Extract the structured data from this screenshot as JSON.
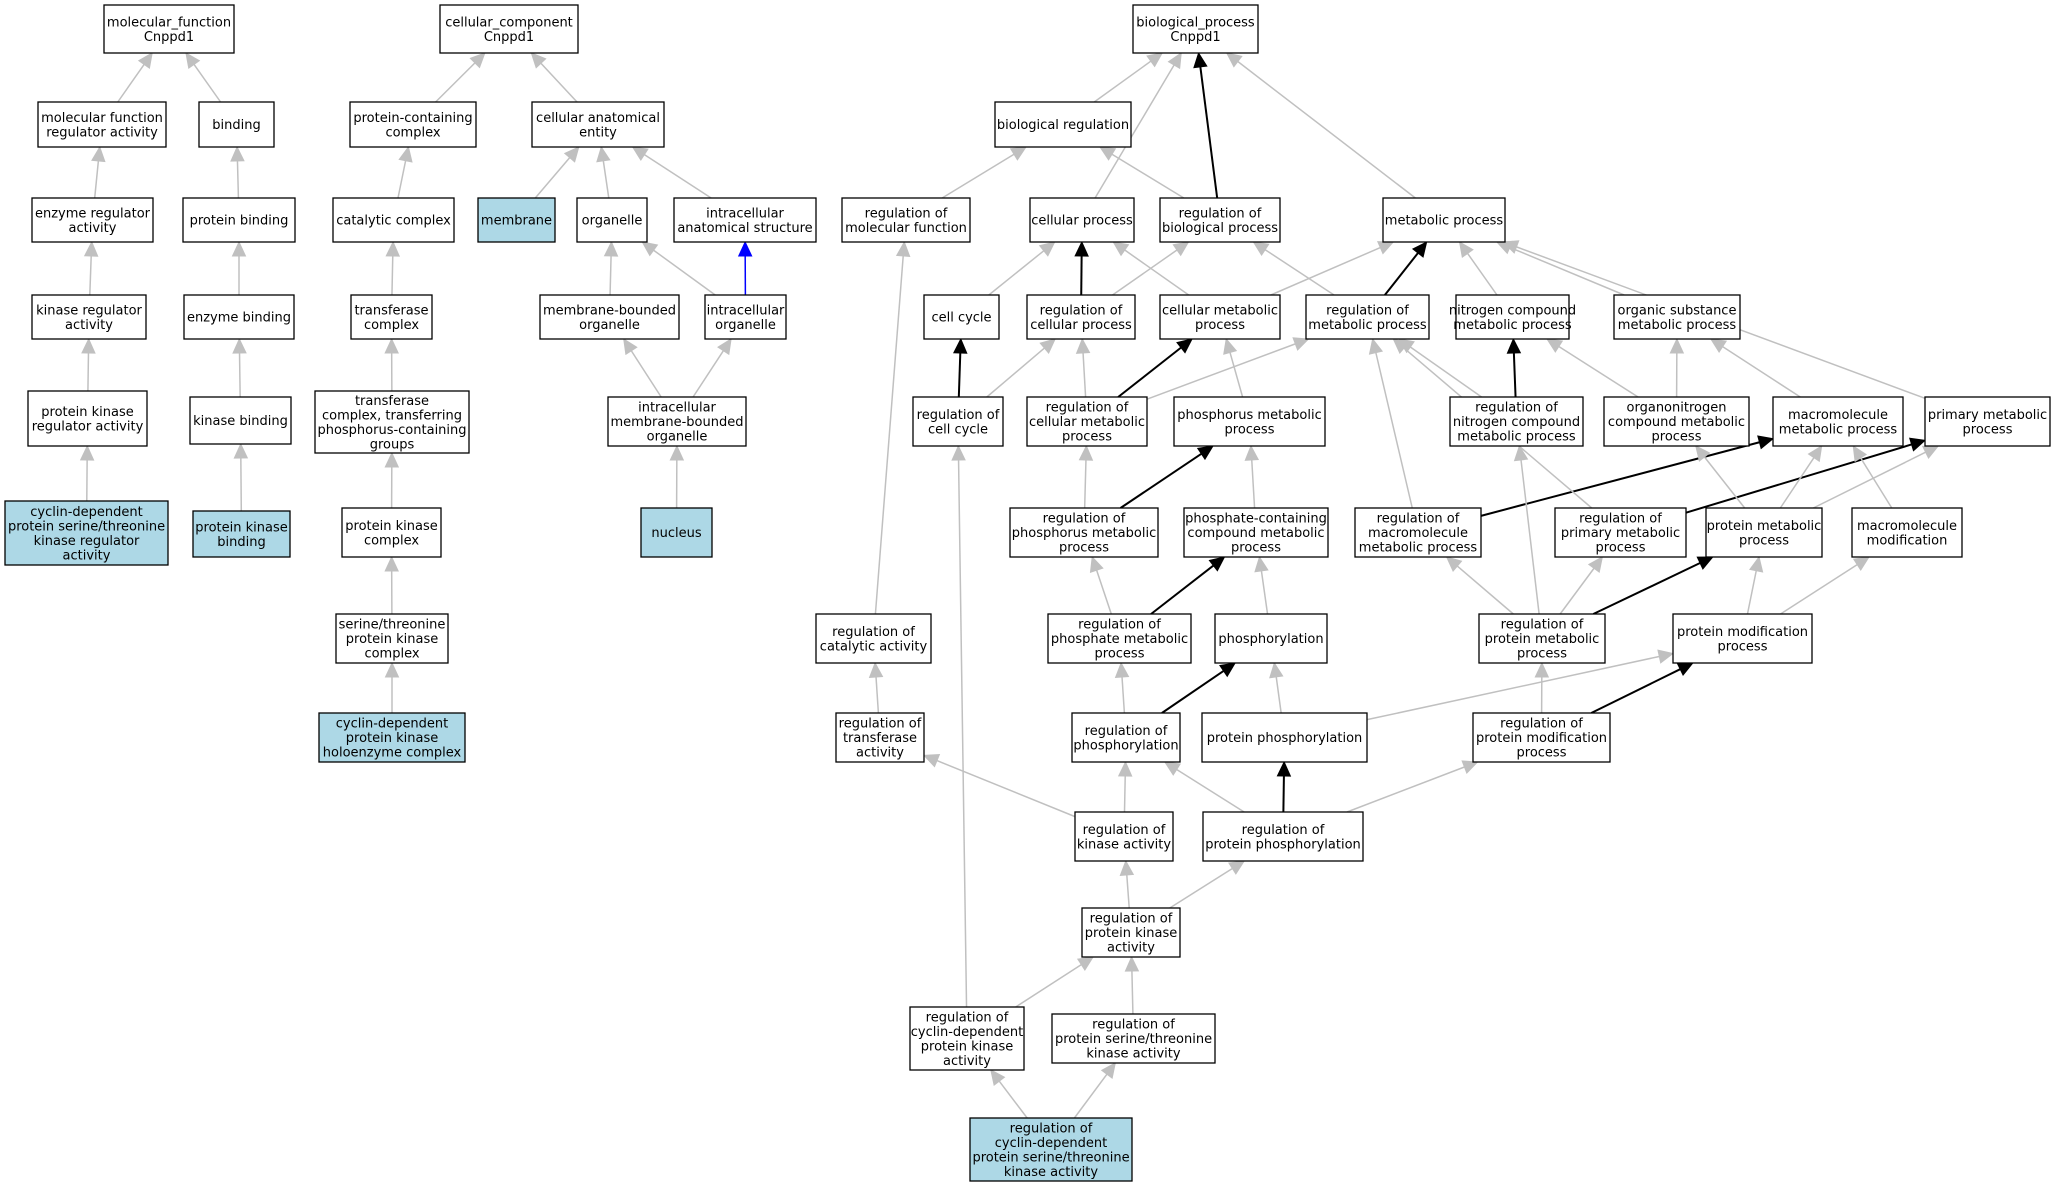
{
  "colors": {
    "node_fill": "#ffffff",
    "highlight_fill": "#add8e6",
    "edge_gray": "#c0c0c0",
    "edge_black": "#000000",
    "edge_blue": "#0000ff"
  },
  "nodes": [
    {
      "id": "mf_root",
      "lines": [
        "molecular_function",
        "Cnppd1"
      ]
    },
    {
      "id": "mf_reg",
      "lines": [
        "molecular function",
        "regulator activity"
      ]
    },
    {
      "id": "binding",
      "lines": [
        "binding"
      ]
    },
    {
      "id": "enz_reg",
      "lines": [
        "enzyme regulator",
        "activity"
      ]
    },
    {
      "id": "prot_bind",
      "lines": [
        "protein binding"
      ]
    },
    {
      "id": "kin_reg",
      "lines": [
        "kinase regulator",
        "activity"
      ]
    },
    {
      "id": "enz_bind",
      "lines": [
        "enzyme binding"
      ]
    },
    {
      "id": "pk_reg",
      "lines": [
        "protein kinase",
        "regulator activity"
      ]
    },
    {
      "id": "kin_bind",
      "lines": [
        "kinase binding"
      ]
    },
    {
      "id": "cdk_reg_act",
      "lines": [
        "cyclin-dependent",
        "protein serine/threonine",
        "kinase regulator",
        "activity"
      ],
      "highlight": true
    },
    {
      "id": "pk_bind",
      "lines": [
        "protein kinase",
        "binding"
      ],
      "highlight": true
    },
    {
      "id": "cc_root",
      "lines": [
        "cellular_component",
        "Cnppd1"
      ]
    },
    {
      "id": "prot_cont",
      "lines": [
        "protein-containing",
        "complex"
      ]
    },
    {
      "id": "cell_anat",
      "lines": [
        "cellular anatomical",
        "entity"
      ]
    },
    {
      "id": "cat_cplx",
      "lines": [
        "catalytic complex"
      ]
    },
    {
      "id": "membrane",
      "lines": [
        "membrane"
      ],
      "highlight": true
    },
    {
      "id": "organelle",
      "lines": [
        "organelle"
      ]
    },
    {
      "id": "ic_anat",
      "lines": [
        "intracellular",
        "anatomical structure"
      ]
    },
    {
      "id": "transf_cplx",
      "lines": [
        "transferase",
        "complex"
      ]
    },
    {
      "id": "mb_org",
      "lines": [
        "membrane-bounded",
        "organelle"
      ]
    },
    {
      "id": "ic_org",
      "lines": [
        "intracellular",
        "organelle"
      ]
    },
    {
      "id": "transf_phos",
      "lines": [
        "transferase",
        "complex, transferring",
        "phosphorus-containing",
        "groups"
      ]
    },
    {
      "id": "ic_mb_org",
      "lines": [
        "intracellular",
        "membrane-bounded",
        "organelle"
      ]
    },
    {
      "id": "pk_cplx",
      "lines": [
        "protein kinase",
        "complex"
      ]
    },
    {
      "id": "nucleus",
      "lines": [
        "nucleus"
      ],
      "highlight": true
    },
    {
      "id": "st_pk_cplx",
      "lines": [
        "serine/threonine",
        "protein kinase",
        "complex"
      ]
    },
    {
      "id": "cdk_holo",
      "lines": [
        "cyclin-dependent",
        "protein kinase",
        "holoenzyme complex"
      ],
      "highlight": true
    },
    {
      "id": "bp_root",
      "lines": [
        "biological_process",
        "Cnppd1"
      ]
    },
    {
      "id": "bio_reg",
      "lines": [
        "biological regulation"
      ]
    },
    {
      "id": "reg_mol_fn",
      "lines": [
        "regulation of",
        "molecular function"
      ]
    },
    {
      "id": "cell_proc",
      "lines": [
        "cellular process"
      ]
    },
    {
      "id": "reg_bio_proc",
      "lines": [
        "regulation of",
        "biological process"
      ]
    },
    {
      "id": "met_proc",
      "lines": [
        "metabolic process"
      ]
    },
    {
      "id": "cell_cycle",
      "lines": [
        "cell cycle"
      ]
    },
    {
      "id": "reg_cell_proc",
      "lines": [
        "regulation of",
        "cellular process"
      ]
    },
    {
      "id": "cell_met",
      "lines": [
        "cellular metabolic",
        "process"
      ]
    },
    {
      "id": "reg_met",
      "lines": [
        "regulation of",
        "metabolic process"
      ]
    },
    {
      "id": "nitro_met",
      "lines": [
        "nitrogen compound",
        "metabolic process"
      ]
    },
    {
      "id": "org_sub_met",
      "lines": [
        "organic substance",
        "metabolic process"
      ]
    },
    {
      "id": "reg_cell_cycle",
      "lines": [
        "regulation of",
        "cell cycle"
      ]
    },
    {
      "id": "reg_cell_met",
      "lines": [
        "regulation of",
        "cellular metabolic",
        "process"
      ]
    },
    {
      "id": "phos_met",
      "lines": [
        "phosphorus metabolic",
        "process"
      ]
    },
    {
      "id": "reg_nitro_met",
      "lines": [
        "regulation of",
        "nitrogen compound",
        "metabolic process"
      ]
    },
    {
      "id": "orgnitro_met",
      "lines": [
        "organonitrogen",
        "compound metabolic",
        "process"
      ]
    },
    {
      "id": "macro_met",
      "lines": [
        "macromolecule",
        "metabolic process"
      ]
    },
    {
      "id": "prim_met",
      "lines": [
        "primary metabolic",
        "process"
      ]
    },
    {
      "id": "reg_phos_met",
      "lines": [
        "regulation of",
        "phosphorus metabolic",
        "process"
      ]
    },
    {
      "id": "phosphate_met",
      "lines": [
        "phosphate-containing",
        "compound metabolic",
        "process"
      ]
    },
    {
      "id": "reg_macro_met",
      "lines": [
        "regulation of",
        "macromolecule",
        "metabolic process"
      ]
    },
    {
      "id": "reg_prim_met",
      "lines": [
        "regulation of",
        "primary metabolic",
        "process"
      ]
    },
    {
      "id": "prot_met",
      "lines": [
        "protein metabolic",
        "process"
      ]
    },
    {
      "id": "macro_mod",
      "lines": [
        "macromolecule",
        "modification"
      ]
    },
    {
      "id": "reg_cat_act",
      "lines": [
        "regulation of",
        "catalytic activity"
      ]
    },
    {
      "id": "reg_phosphate_met",
      "lines": [
        "regulation of",
        "phosphate metabolic",
        "process"
      ]
    },
    {
      "id": "phosphorylation",
      "lines": [
        "phosphorylation"
      ]
    },
    {
      "id": "reg_prot_met",
      "lines": [
        "regulation of",
        "protein metabolic",
        "process"
      ]
    },
    {
      "id": "prot_mod",
      "lines": [
        "protein modification",
        "process"
      ]
    },
    {
      "id": "reg_transf",
      "lines": [
        "regulation of",
        "transferase",
        "activity"
      ]
    },
    {
      "id": "reg_phosphorylation",
      "lines": [
        "regulation of",
        "phosphorylation"
      ]
    },
    {
      "id": "prot_phosphorylation",
      "lines": [
        "protein phosphorylation"
      ]
    },
    {
      "id": "reg_prot_mod",
      "lines": [
        "regulation of",
        "protein modification",
        "process"
      ]
    },
    {
      "id": "reg_kin_act",
      "lines": [
        "regulation of",
        "kinase activity"
      ]
    },
    {
      "id": "reg_prot_phos",
      "lines": [
        "regulation of",
        "protein phosphorylation"
      ]
    },
    {
      "id": "reg_pk_act",
      "lines": [
        "regulation of",
        "protein kinase",
        "activity"
      ]
    },
    {
      "id": "reg_cdpk_act",
      "lines": [
        "regulation of",
        "cyclin-dependent",
        "protein kinase",
        "activity"
      ]
    },
    {
      "id": "reg_pst_kin",
      "lines": [
        "regulation of",
        "protein serine/threonine",
        "kinase activity"
      ]
    },
    {
      "id": "reg_cdk_st",
      "lines": [
        "regulation of",
        "cyclin-dependent",
        "protein serine/threonine",
        "kinase activity"
      ],
      "highlight": true
    }
  ],
  "edges": [
    {
      "from": "mf_reg",
      "to": "mf_root",
      "type": "is_a"
    },
    {
      "from": "binding",
      "to": "mf_root",
      "type": "is_a"
    },
    {
      "from": "enz_reg",
      "to": "mf_reg",
      "type": "is_a"
    },
    {
      "from": "prot_bind",
      "to": "binding",
      "type": "is_a"
    },
    {
      "from": "kin_reg",
      "to": "enz_reg",
      "type": "is_a"
    },
    {
      "from": "enz_bind",
      "to": "prot_bind",
      "type": "is_a"
    },
    {
      "from": "pk_reg",
      "to": "kin_reg",
      "type": "is_a"
    },
    {
      "from": "kin_bind",
      "to": "enz_bind",
      "type": "is_a"
    },
    {
      "from": "cdk_reg_act",
      "to": "pk_reg",
      "type": "is_a"
    },
    {
      "from": "pk_bind",
      "to": "kin_bind",
      "type": "is_a"
    },
    {
      "from": "prot_cont",
      "to": "cc_root",
      "type": "is_a"
    },
    {
      "from": "cell_anat",
      "to": "cc_root",
      "type": "is_a"
    },
    {
      "from": "cat_cplx",
      "to": "prot_cont",
      "type": "is_a"
    },
    {
      "from": "membrane",
      "to": "cell_anat",
      "type": "is_a"
    },
    {
      "from": "organelle",
      "to": "cell_anat",
      "type": "is_a"
    },
    {
      "from": "ic_anat",
      "to": "cell_anat",
      "type": "is_a"
    },
    {
      "from": "transf_cplx",
      "to": "cat_cplx",
      "type": "is_a"
    },
    {
      "from": "mb_org",
      "to": "organelle",
      "type": "is_a"
    },
    {
      "from": "ic_org",
      "to": "organelle",
      "type": "is_a"
    },
    {
      "from": "ic_org",
      "to": "ic_anat",
      "type": "part_of"
    },
    {
      "from": "transf_phos",
      "to": "transf_cplx",
      "type": "is_a"
    },
    {
      "from": "ic_mb_org",
      "to": "mb_org",
      "type": "is_a"
    },
    {
      "from": "ic_mb_org",
      "to": "ic_org",
      "type": "is_a"
    },
    {
      "from": "pk_cplx",
      "to": "transf_phos",
      "type": "is_a"
    },
    {
      "from": "nucleus",
      "to": "ic_mb_org",
      "type": "is_a"
    },
    {
      "from": "st_pk_cplx",
      "to": "pk_cplx",
      "type": "is_a"
    },
    {
      "from": "cdk_holo",
      "to": "st_pk_cplx",
      "type": "is_a"
    },
    {
      "from": "bio_reg",
      "to": "bp_root",
      "type": "is_a"
    },
    {
      "from": "cell_proc",
      "to": "bp_root",
      "type": "is_a"
    },
    {
      "from": "reg_bio_proc",
      "to": "bp_root",
      "type": "regulates"
    },
    {
      "from": "met_proc",
      "to": "bp_root",
      "type": "is_a"
    },
    {
      "from": "reg_mol_fn",
      "to": "bio_reg",
      "type": "is_a"
    },
    {
      "from": "reg_bio_proc",
      "to": "bio_reg",
      "type": "is_a"
    },
    {
      "from": "cell_cycle",
      "to": "cell_proc",
      "type": "is_a"
    },
    {
      "from": "reg_cell_proc",
      "to": "cell_proc",
      "type": "regulates"
    },
    {
      "from": "cell_met",
      "to": "cell_proc",
      "type": "is_a"
    },
    {
      "from": "reg_cell_proc",
      "to": "reg_bio_proc",
      "type": "is_a"
    },
    {
      "from": "reg_met",
      "to": "reg_bio_proc",
      "type": "is_a"
    },
    {
      "from": "cell_met",
      "to": "met_proc",
      "type": "is_a"
    },
    {
      "from": "reg_met",
      "to": "met_proc",
      "type": "regulates"
    },
    {
      "from": "nitro_met",
      "to": "met_proc",
      "type": "is_a"
    },
    {
      "from": "org_sub_met",
      "to": "met_proc",
      "type": "is_a"
    },
    {
      "from": "prim_met",
      "to": "met_proc",
      "type": "is_a"
    },
    {
      "from": "reg_cell_cycle",
      "to": "cell_cycle",
      "type": "regulates"
    },
    {
      "from": "reg_cell_cycle",
      "to": "reg_cell_proc",
      "type": "is_a"
    },
    {
      "from": "reg_cell_met",
      "to": "reg_cell_proc",
      "type": "is_a"
    },
    {
      "from": "reg_cell_met",
      "to": "cell_met",
      "type": "regulates"
    },
    {
      "from": "reg_cell_met",
      "to": "reg_met",
      "type": "is_a"
    },
    {
      "from": "phos_met",
      "to": "cell_met",
      "type": "is_a"
    },
    {
      "from": "reg_nitro_met",
      "to": "nitro_met",
      "type": "regulates"
    },
    {
      "from": "reg_nitro_met",
      "to": "reg_met",
      "type": "is_a"
    },
    {
      "from": "orgnitro_met",
      "to": "nitro_met",
      "type": "is_a"
    },
    {
      "from": "orgnitro_met",
      "to": "org_sub_met",
      "type": "is_a"
    },
    {
      "from": "macro_met",
      "to": "org_sub_met",
      "type": "is_a"
    },
    {
      "from": "reg_phos_met",
      "to": "phos_met",
      "type": "regulates"
    },
    {
      "from": "reg_phos_met",
      "to": "reg_cell_met",
      "type": "is_a"
    },
    {
      "from": "phosphate_met",
      "to": "phos_met",
      "type": "is_a"
    },
    {
      "from": "reg_macro_met",
      "to": "macro_met",
      "type": "regulates"
    },
    {
      "from": "reg_macro_met",
      "to": "reg_met",
      "type": "is_a"
    },
    {
      "from": "reg_prim_met",
      "to": "prim_met",
      "type": "regulates"
    },
    {
      "from": "reg_prim_met",
      "to": "reg_met",
      "type": "is_a"
    },
    {
      "from": "prot_met",
      "to": "macro_met",
      "type": "is_a"
    },
    {
      "from": "prot_met",
      "to": "orgnitro_met",
      "type": "is_a"
    },
    {
      "from": "prot_met",
      "to": "prim_met",
      "type": "is_a"
    },
    {
      "from": "macro_mod",
      "to": "macro_met",
      "type": "is_a"
    },
    {
      "from": "reg_cat_act",
      "to": "reg_mol_fn",
      "type": "is_a"
    },
    {
      "from": "reg_phosphate_met",
      "to": "phosphate_met",
      "type": "regulates"
    },
    {
      "from": "reg_phosphate_met",
      "to": "reg_phos_met",
      "type": "is_a"
    },
    {
      "from": "phosphorylation",
      "to": "phosphate_met",
      "type": "is_a"
    },
    {
      "from": "reg_prot_met",
      "to": "prot_met",
      "type": "regulates"
    },
    {
      "from": "reg_prot_met",
      "to": "reg_macro_met",
      "type": "is_a"
    },
    {
      "from": "reg_prot_met",
      "to": "reg_prim_met",
      "type": "is_a"
    },
    {
      "from": "reg_prot_met",
      "to": "reg_nitro_met",
      "type": "is_a"
    },
    {
      "from": "prot_mod",
      "to": "prot_met",
      "type": "is_a"
    },
    {
      "from": "prot_mod",
      "to": "macro_mod",
      "type": "is_a"
    },
    {
      "from": "reg_transf",
      "to": "reg_cat_act",
      "type": "is_a"
    },
    {
      "from": "reg_phosphorylation",
      "to": "phosphorylation",
      "type": "regulates"
    },
    {
      "from": "reg_phosphorylation",
      "to": "reg_phosphate_met",
      "type": "is_a"
    },
    {
      "from": "prot_phosphorylation",
      "to": "phosphorylation",
      "type": "is_a"
    },
    {
      "from": "prot_phosphorylation",
      "to": "prot_mod",
      "type": "is_a"
    },
    {
      "from": "reg_prot_mod",
      "to": "prot_mod",
      "type": "regulates"
    },
    {
      "from": "reg_prot_mod",
      "to": "reg_prot_met",
      "type": "is_a"
    },
    {
      "from": "reg_kin_act",
      "to": "reg_transf",
      "type": "is_a"
    },
    {
      "from": "reg_kin_act",
      "to": "reg_phosphorylation",
      "type": "is_a"
    },
    {
      "from": "reg_prot_phos",
      "to": "prot_phosphorylation",
      "type": "regulates"
    },
    {
      "from": "reg_prot_phos",
      "to": "reg_phosphorylation",
      "type": "is_a"
    },
    {
      "from": "reg_prot_phos",
      "to": "reg_prot_mod",
      "type": "is_a"
    },
    {
      "from": "reg_pk_act",
      "to": "reg_kin_act",
      "type": "is_a"
    },
    {
      "from": "reg_pk_act",
      "to": "reg_prot_phos",
      "type": "is_a"
    },
    {
      "from": "reg_cdpk_act",
      "to": "reg_pk_act",
      "type": "is_a"
    },
    {
      "from": "reg_cdpk_act",
      "to": "reg_cell_cycle",
      "type": "is_a"
    },
    {
      "from": "reg_pst_kin",
      "to": "reg_pk_act",
      "type": "is_a"
    },
    {
      "from": "reg_cdk_st",
      "to": "reg_cdpk_act",
      "type": "is_a"
    },
    {
      "from": "reg_cdk_st",
      "to": "reg_pst_kin",
      "type": "is_a"
    }
  ]
}
